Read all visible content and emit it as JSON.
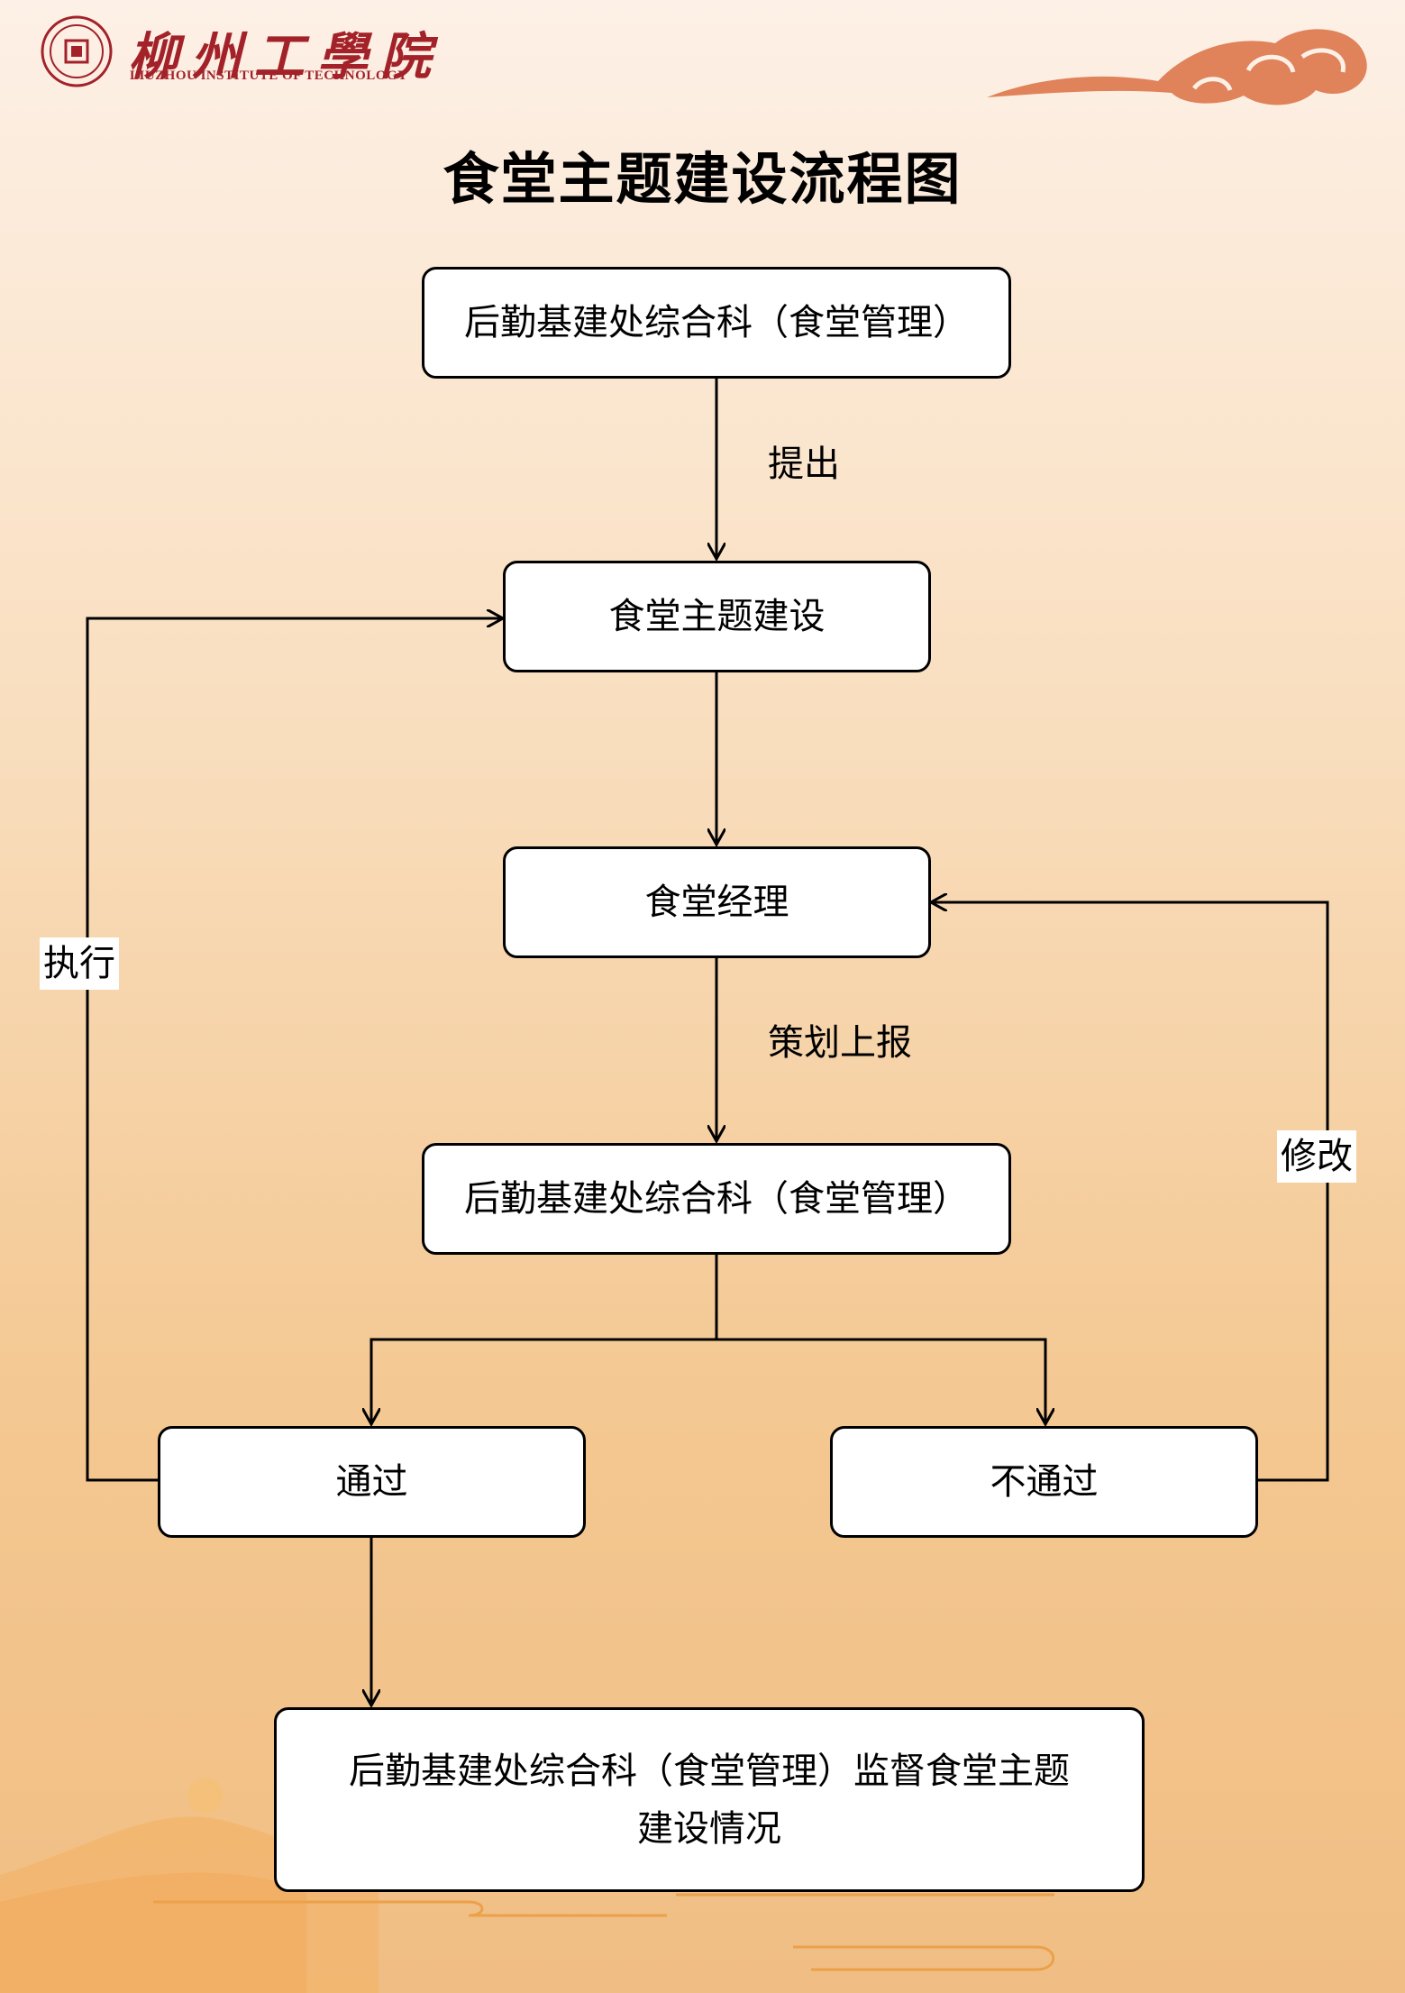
{
  "header": {
    "logo_cn": "柳州工學院",
    "logo_en": "LIUZHOU INSTITUTE OF TECHNOLOGY",
    "title": "食堂主题建设流程图"
  },
  "nodes": {
    "start": "后勤基建处综合科（食堂管理）",
    "build": "食堂主题建设",
    "manager": "食堂经理",
    "review": "后勤基建处综合科（食堂管理）",
    "pass": "通过",
    "fail": "不通过",
    "supervise_line1": "后勤基建处综合科（食堂管理）监督食堂主题",
    "supervise_line2": "建设情况"
  },
  "edge_labels": {
    "submit": "提出",
    "plan": "策划上报",
    "execute": "执行",
    "revise": "修改"
  },
  "colors": {
    "brand_red": "#a3222a",
    "cloud": "#e0825a",
    "hills": "#f2b36a"
  }
}
